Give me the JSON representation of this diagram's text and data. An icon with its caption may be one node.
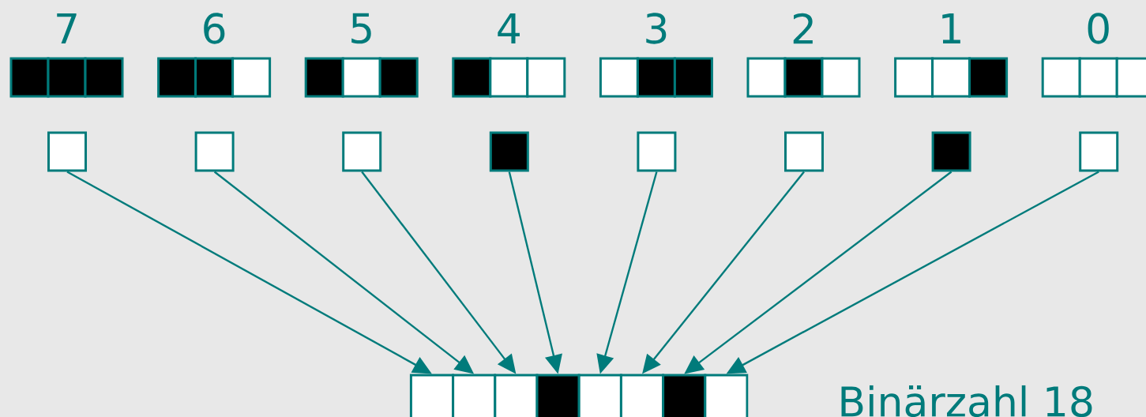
{
  "diagram": {
    "nodes": [
      {
        "text": [
          "7"
        ]
      },
      {
        "text": [
          "6"
        ]
      },
      {
        "text": [
          "5"
        ]
      },
      {
        "text": [
          "4"
        ]
      },
      {
        "text": [
          "3"
        ]
      },
      {
        "text": [
          "2"
        ]
      },
      {
        "text": [
          "1"
        ]
      },
      {
        "text": [
          "0"
        ]
      },
      {
        "text": [],
        "shape": "box"
      },
      {
        "text": [],
        "shape": "box"
      },
      {
        "text": [],
        "shape": "box"
      },
      {
        "text": [],
        "shape": "box"
      },
      {
        "text": [],
        "shape": "box"
      },
      {
        "text": [],
        "shape": "box"
      },
      {
        "text": [],
        "shape": "box"
      },
      {
        "text": [],
        "shape": "box"
      },
      {
        "text": [],
        "shape": "box"
      },
      {
        "text": [],
        "shape": "box"
      },
      {
        "text": [],
        "shape": "box"
      },
      {
        "text": [],
        "shape": "box"
      },
      {
        "text": [],
        "shape": "box"
      },
      {
        "text": [],
        "shape": "box"
      },
      {
        "text": [],
        "shape": "box"
      },
      {
        "text": [],
        "shape": "box"
      }
    ],
    "edges": [
      {
        "from": 8,
        "to": 16,
        "arrow": "to"
      },
      {
        "from": 9,
        "to": 17,
        "arrow": "to"
      },
      {
        "from": 10,
        "to": 18,
        "arrow": "to"
      },
      {
        "from": 11,
        "to": 19,
        "arrow": "to"
      },
      {
        "from": 12,
        "to": 20,
        "arrow": "to"
      },
      {
        "from": 13,
        "to": 21,
        "arrow": "to"
      },
      {
        "from": 14,
        "to": 22,
        "arrow": "to"
      },
      {
        "from": 15,
        "to": 23,
        "arrow": "to"
      }
    ],
    "labels": [
      "Binärzahl 18"
    ]
  }
}
